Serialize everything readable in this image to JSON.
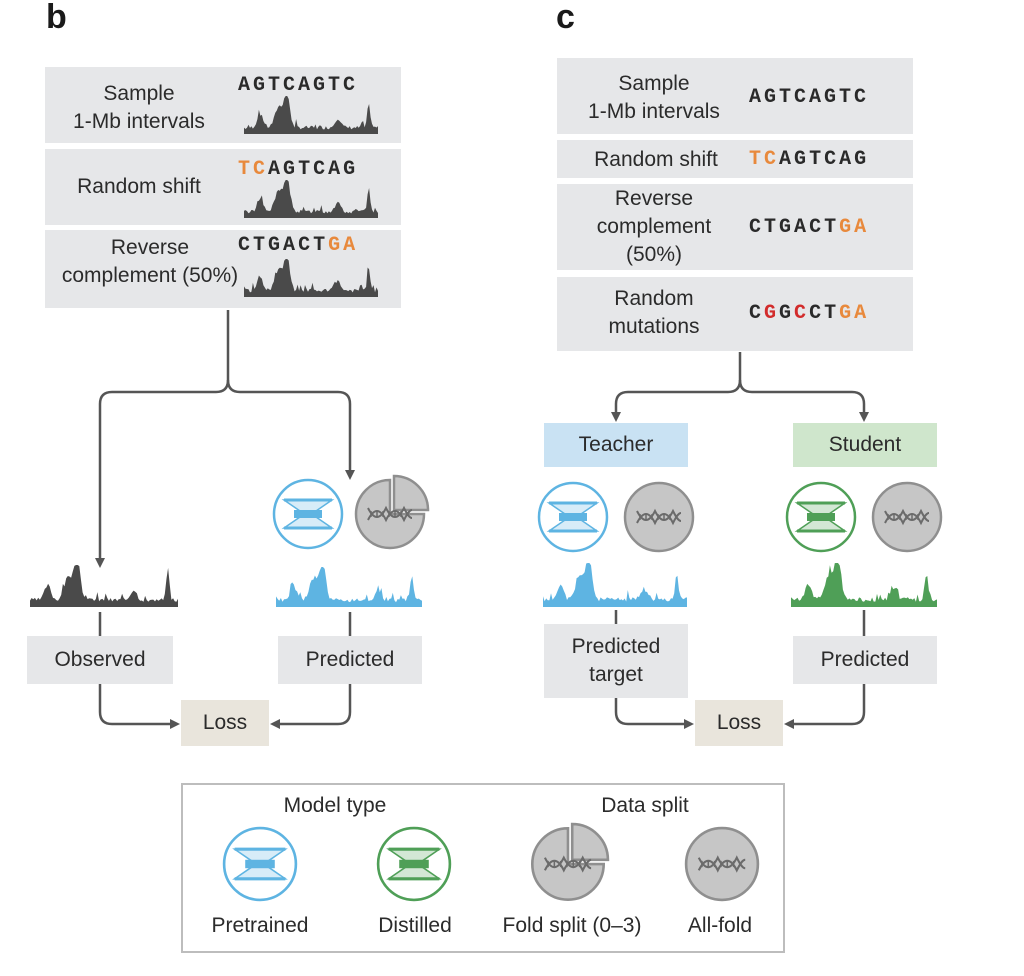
{
  "panels": {
    "b": {
      "letter": "b",
      "steps": [
        {
          "label": "Sample\n1-Mb intervals",
          "sequence": "AGTCAGTC"
        },
        {
          "label": "Random shift",
          "sequence": "TCAGTCAG"
        },
        {
          "label": "Reverse\ncomplement (50%)",
          "sequence": "CTGACTGA"
        }
      ],
      "observed_label": "Observed",
      "predicted_label": "Predicted",
      "loss_label": "Loss"
    },
    "c": {
      "letter": "c",
      "steps": [
        {
          "label": "Sample\n1-Mb intervals",
          "sequence": "AGTCAGTC"
        },
        {
          "label": "Random shift",
          "sequence": "TCAGTCAG"
        },
        {
          "label": "Reverse\ncomplement\n(50%)",
          "sequence": "CTGACTGA"
        },
        {
          "label": "Random\nmutations",
          "sequence": "CGGCCTGA"
        }
      ],
      "teacher_label": "Teacher",
      "student_label": "Student",
      "predicted_target_label": "Predicted\ntarget",
      "predicted_label": "Predicted",
      "loss_label": "Loss"
    }
  },
  "legend": {
    "model_type_title": "Model type",
    "data_split_title": "Data split",
    "items": [
      "Pretrained",
      "Distilled",
      "Fold split (0–3)",
      "All-fold"
    ]
  },
  "colors": {
    "box_gray": "#e6e7e9",
    "loss_box": "#e9e5dc",
    "teacher_box": "#c9e2f3",
    "student_box": "#cfe6cc",
    "pretrained_blue": "#5eb4e2",
    "distilled_green": "#4f9f57",
    "orange": "#e8893c",
    "red": "#d22c2c",
    "dark_track": "#4a4a4a"
  }
}
